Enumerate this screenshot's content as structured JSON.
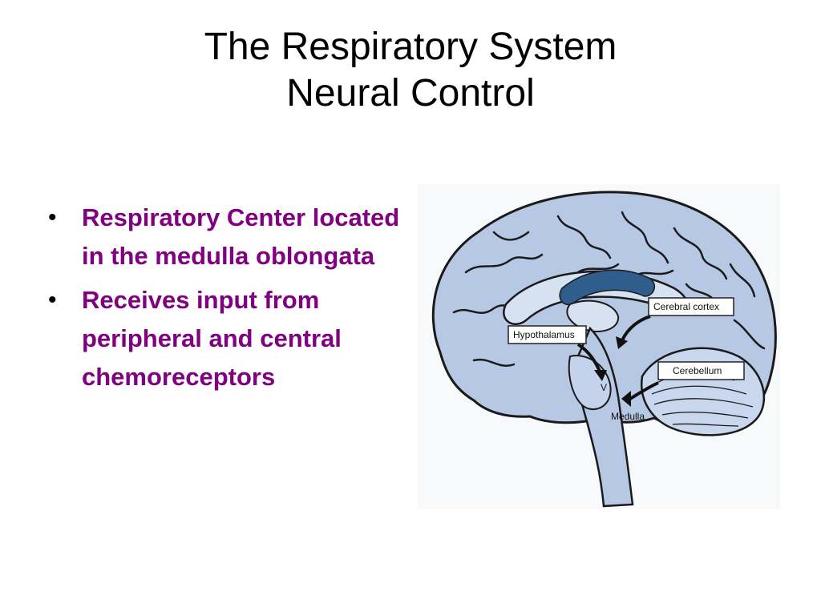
{
  "slide": {
    "title_line1": "The Respiratory System",
    "title_line2": "Neural Control",
    "bullets": [
      "Respiratory Center located in the medulla oblongata",
      "Receives input from peripheral and central chemoreceptors"
    ]
  },
  "diagram": {
    "labels": {
      "cerebral_cortex": "Cerebral cortex",
      "hypothalamus": "Hypothalamus",
      "cerebellum": "Cerebellum",
      "medulla": "Medulla",
      "v_mark": "V"
    },
    "colors": {
      "brain_fill": "#b7c8e4",
      "ventricle": "#2f5d8c",
      "outline": "#1a1a1a",
      "title_text": "#000000",
      "bullet_text": "#800080"
    }
  }
}
